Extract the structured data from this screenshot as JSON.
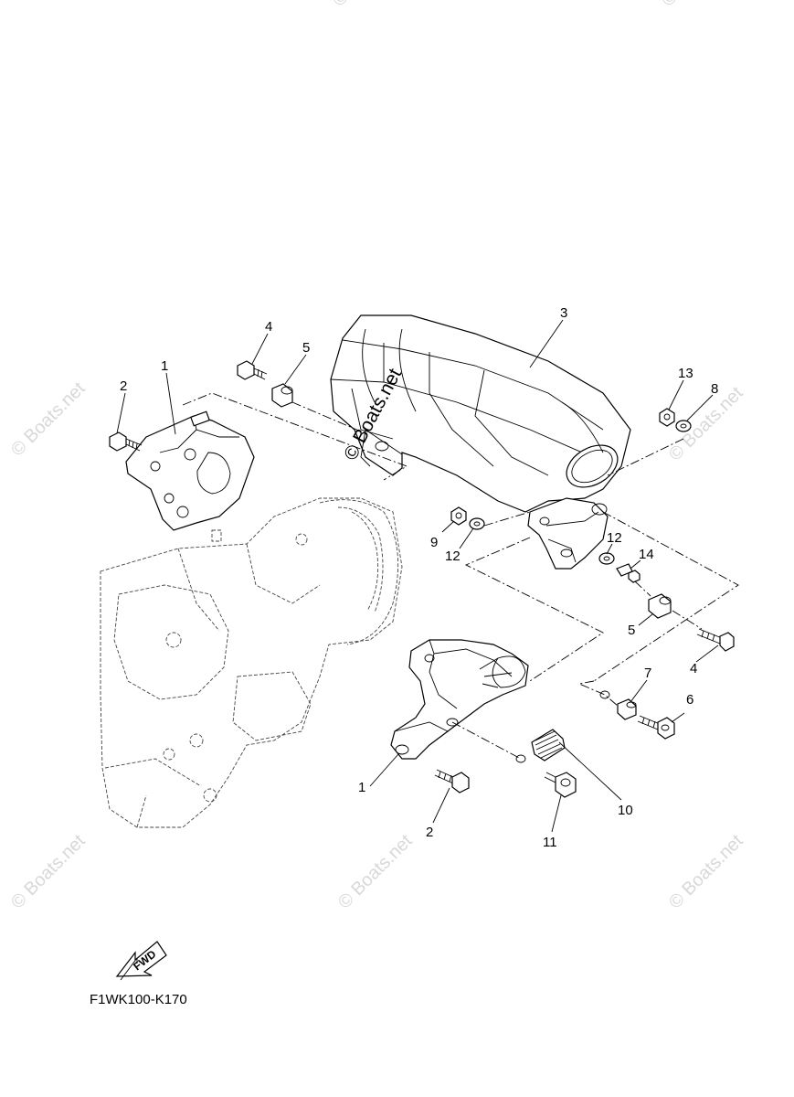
{
  "diagram_code": "F1WK100-K170",
  "forward_label": "FWD",
  "watermark_text": "© Boats.net",
  "callouts": {
    "c1_top": "1",
    "c2_top": "2",
    "c3": "3",
    "c4_top": "4",
    "c5_top": "5",
    "c13": "13",
    "c8": "8",
    "c9": "9",
    "c12_left": "12",
    "c12_right": "12",
    "c14": "14",
    "c5_right": "5",
    "c4_right": "4",
    "c7": "7",
    "c6": "6",
    "c1_bottom": "1",
    "c2_bottom": "2",
    "c11": "11",
    "c10": "10"
  }
}
